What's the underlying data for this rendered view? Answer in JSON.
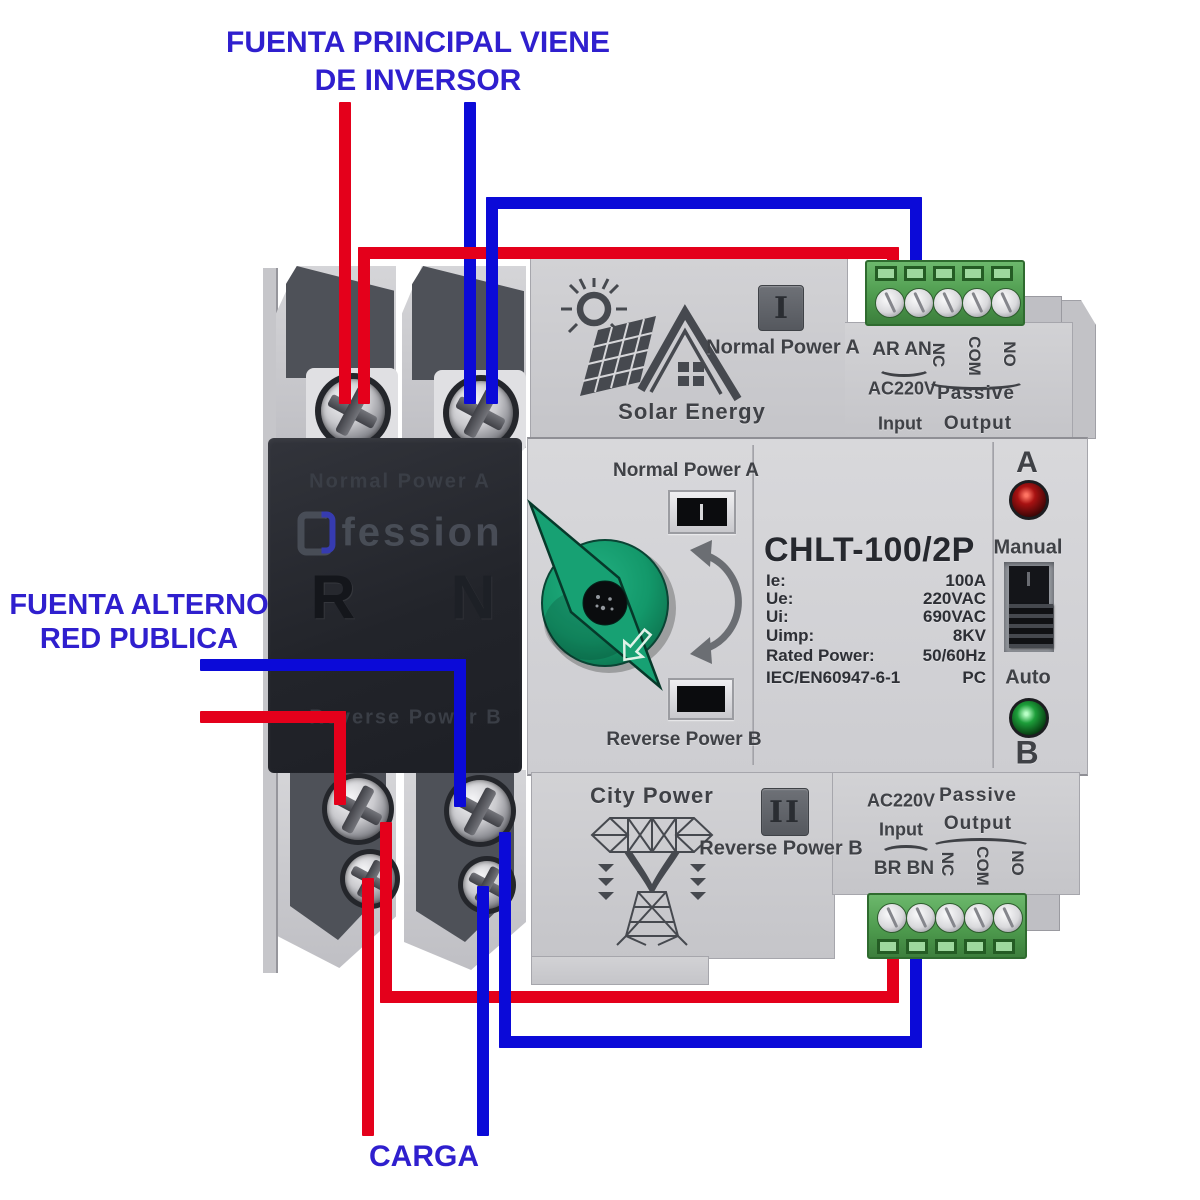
{
  "colors": {
    "wire_red": "#e4001b",
    "wire_blue": "#0b0ad8",
    "annotation_blue": "#2f1fce",
    "text_dark": "#3f4146",
    "body_gray": "#c9c9cd",
    "black_block": "#26282e",
    "terminal_green": "#4e9b4e",
    "knob_green": "#13986a",
    "led_red": "#a81212",
    "led_green": "#1d9e3a"
  },
  "annotations": {
    "source_main_line1": "FUENTA PRINCIPAL VIENE",
    "source_main_line2": "DE INVERSOR",
    "source_alt_line1": "FUENTA ALTERNO",
    "source_alt_line2": "RED PUBLICA",
    "load": "CARGA"
  },
  "ats": {
    "top": {
      "solar_caption": "Solar Energy",
      "power_a": "Normal Power A",
      "badge": "I",
      "input_pins": "AR AN",
      "voltage": "AC220V",
      "input": "Input",
      "relay_pins": [
        "NC",
        "COM",
        "NO"
      ],
      "passive": "Passive",
      "output": "Output"
    },
    "center": {
      "power_a": "Normal Power A",
      "power_b": "Reverse Power B",
      "model": "CHLT-100/2P",
      "specs": [
        {
          "k": "Ie:",
          "v": "100A"
        },
        {
          "k": "Ue:",
          "v": "220VAC"
        },
        {
          "k": "Ui:",
          "v": "690VAC"
        },
        {
          "k": "Uimp:",
          "v": "8KV"
        },
        {
          "k": "Rated Power:",
          "v": "50/60Hz"
        },
        {
          "k": "IEC/EN60947-6-1",
          "v": "PC"
        }
      ],
      "led_a": "A",
      "manual": "Manual",
      "auto": "Auto",
      "led_b": "B"
    },
    "bottom": {
      "city_caption": "City Power",
      "badge": "II",
      "power_b": "Reverse Power B",
      "voltage": "AC220V",
      "input": "Input",
      "input_pins": "BR BN",
      "passive": "Passive",
      "output": "Output",
      "relay_pins": [
        "NC",
        "COM",
        "NO"
      ]
    },
    "breaker": {
      "top_caption": "Normal Power A",
      "brand": "fession",
      "pole_left": "R",
      "pole_right": "N",
      "bottom_caption": "Reverse Power B"
    }
  }
}
